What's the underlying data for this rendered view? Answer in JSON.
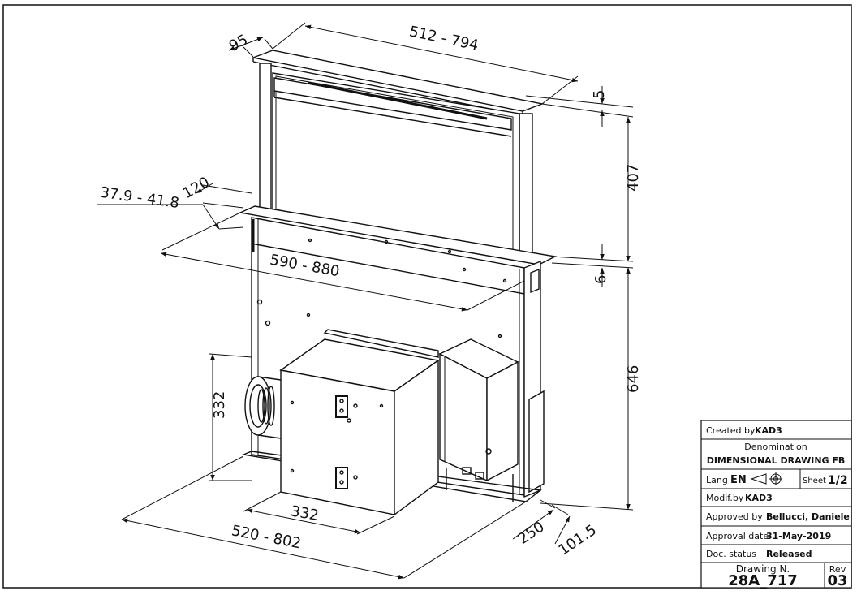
{
  "dimensions": {
    "depth_top": "95",
    "width_top": "512 - 794",
    "top_gap": "5",
    "height_raise": "407",
    "cut_gap": "6",
    "body_height": "646",
    "side_depth": "120",
    "side_range": "37.9 - 41.8",
    "cut_width": "590 - 880",
    "motor_height": "332",
    "motor_width": "332",
    "base_depth": "250",
    "base_offset": "101.5",
    "base_width": "520 - 802"
  },
  "title_block": {
    "created_label": "Created by",
    "created_value": "KAD3",
    "denomination_label": "Denomination",
    "denomination_value": "DIMENSIONAL DRAWING FB",
    "lang_label": "Lang",
    "lang_value": "EN",
    "sheet_label": "Sheet",
    "sheet_value": "1/2",
    "modif_label": "Modif.by",
    "modif_value": "KAD3",
    "approved_label": "Approved by",
    "approved_value": "Bellucci, Daniele",
    "approval_date_label": "Approval date",
    "approval_date_value": "31-May-2019",
    "doc_status_label": "Doc. status",
    "doc_status_value": "Released",
    "drawing_label": "Drawing N.",
    "drawing_value": "28A_717",
    "rev_label": "Rev",
    "rev_value": "03"
  }
}
